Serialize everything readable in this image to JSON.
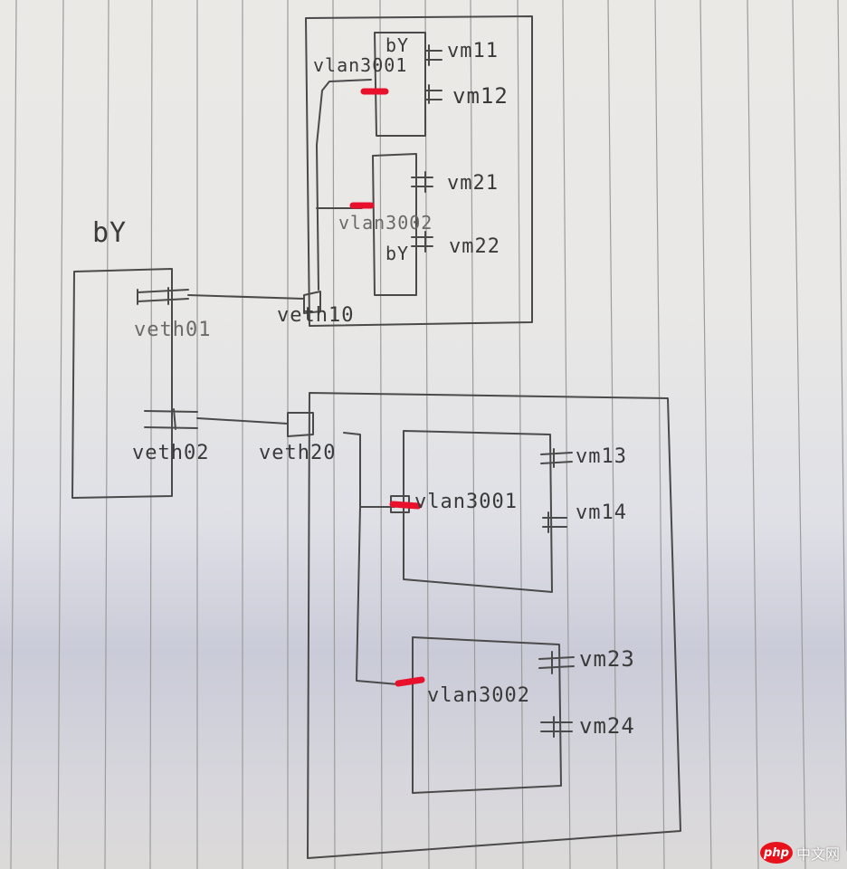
{
  "labels": {
    "bridge_left": "bY",
    "veth01": "veth01",
    "veth02": "veth02",
    "veth10": "veth10",
    "veth20": "veth20",
    "top_vlan3001": "vlan3001",
    "top_br": "bY",
    "top_vlan3002": "vlan3002",
    "top_br2": "bY",
    "vm11": "vm11",
    "vm12": "vm12",
    "vm21": "vm21",
    "vm22": "vm22",
    "bot_vlan3001": "vlan3001",
    "bot_vlan3002": "vlan3002",
    "vm13": "vm13",
    "vm14": "vm14",
    "vm23": "vm23",
    "vm24": "vm24"
  },
  "watermark": {
    "logo": "php",
    "site": "中文网"
  },
  "colors": {
    "pencil": "#4a4a4a",
    "marker": "#e8102a",
    "rule": "#9a9a9a"
  }
}
